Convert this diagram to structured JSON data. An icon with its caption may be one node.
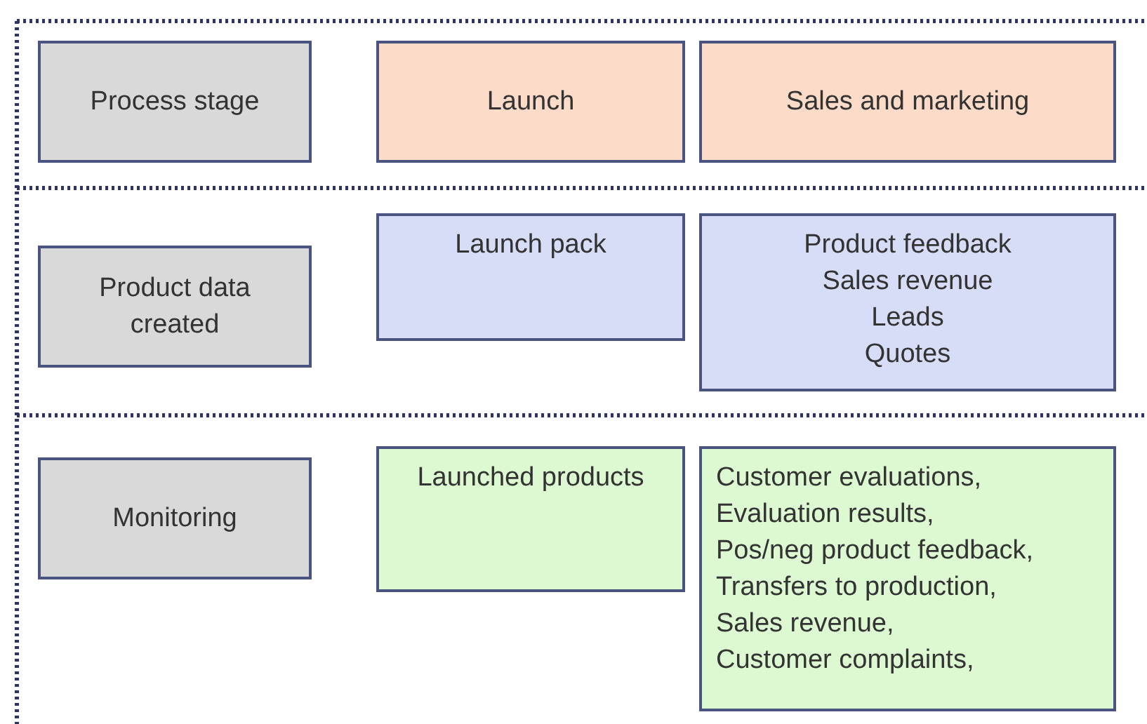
{
  "diagram": {
    "nodes": [
      {
        "text": [
          "Process stage"
        ]
      },
      {
        "text": [
          "Launch"
        ]
      },
      {
        "text": [
          "Sales and marketing"
        ]
      },
      {
        "text": [
          "Product data created"
        ]
      },
      {
        "text": [
          "Launch pack"
        ]
      },
      {
        "text": [
          "Product feedback",
          "Sales revenue",
          "Leads",
          "Quotes"
        ]
      },
      {
        "text": [
          "Monitoring"
        ]
      },
      {
        "text": [
          "Launched products"
        ]
      },
      {
        "text": [
          "Customer evaluations,",
          "Evaluation results,",
          "Pos/neg product feedback,",
          "Transfers to production,",
          "Sales revenue,",
          "Customer complaints,"
        ]
      }
    ]
  }
}
